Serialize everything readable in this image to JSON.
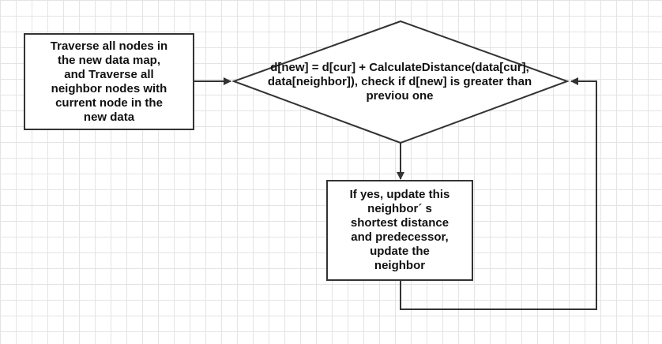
{
  "nodes": {
    "traverse_box": {
      "text": "Traverse all nodes in\nthe new data map,\nand Traverse all\nneighbor nodes with\ncurrent node in the\nnew data"
    },
    "decision_diamond": {
      "text": "d[new] = d[cur] + CalculateDistance(data[cur],\ndata[neighbor]), check if d[new] is greater than\npreviou one"
    },
    "update_box": {
      "text": "If yes, update this\nneighbor´ s\nshortest distance\nand predecessor,\nupdate the\nneighbor"
    }
  },
  "colors": {
    "stroke": "#333333",
    "fill": "#ffffff",
    "grid": "#e4e4e4"
  }
}
